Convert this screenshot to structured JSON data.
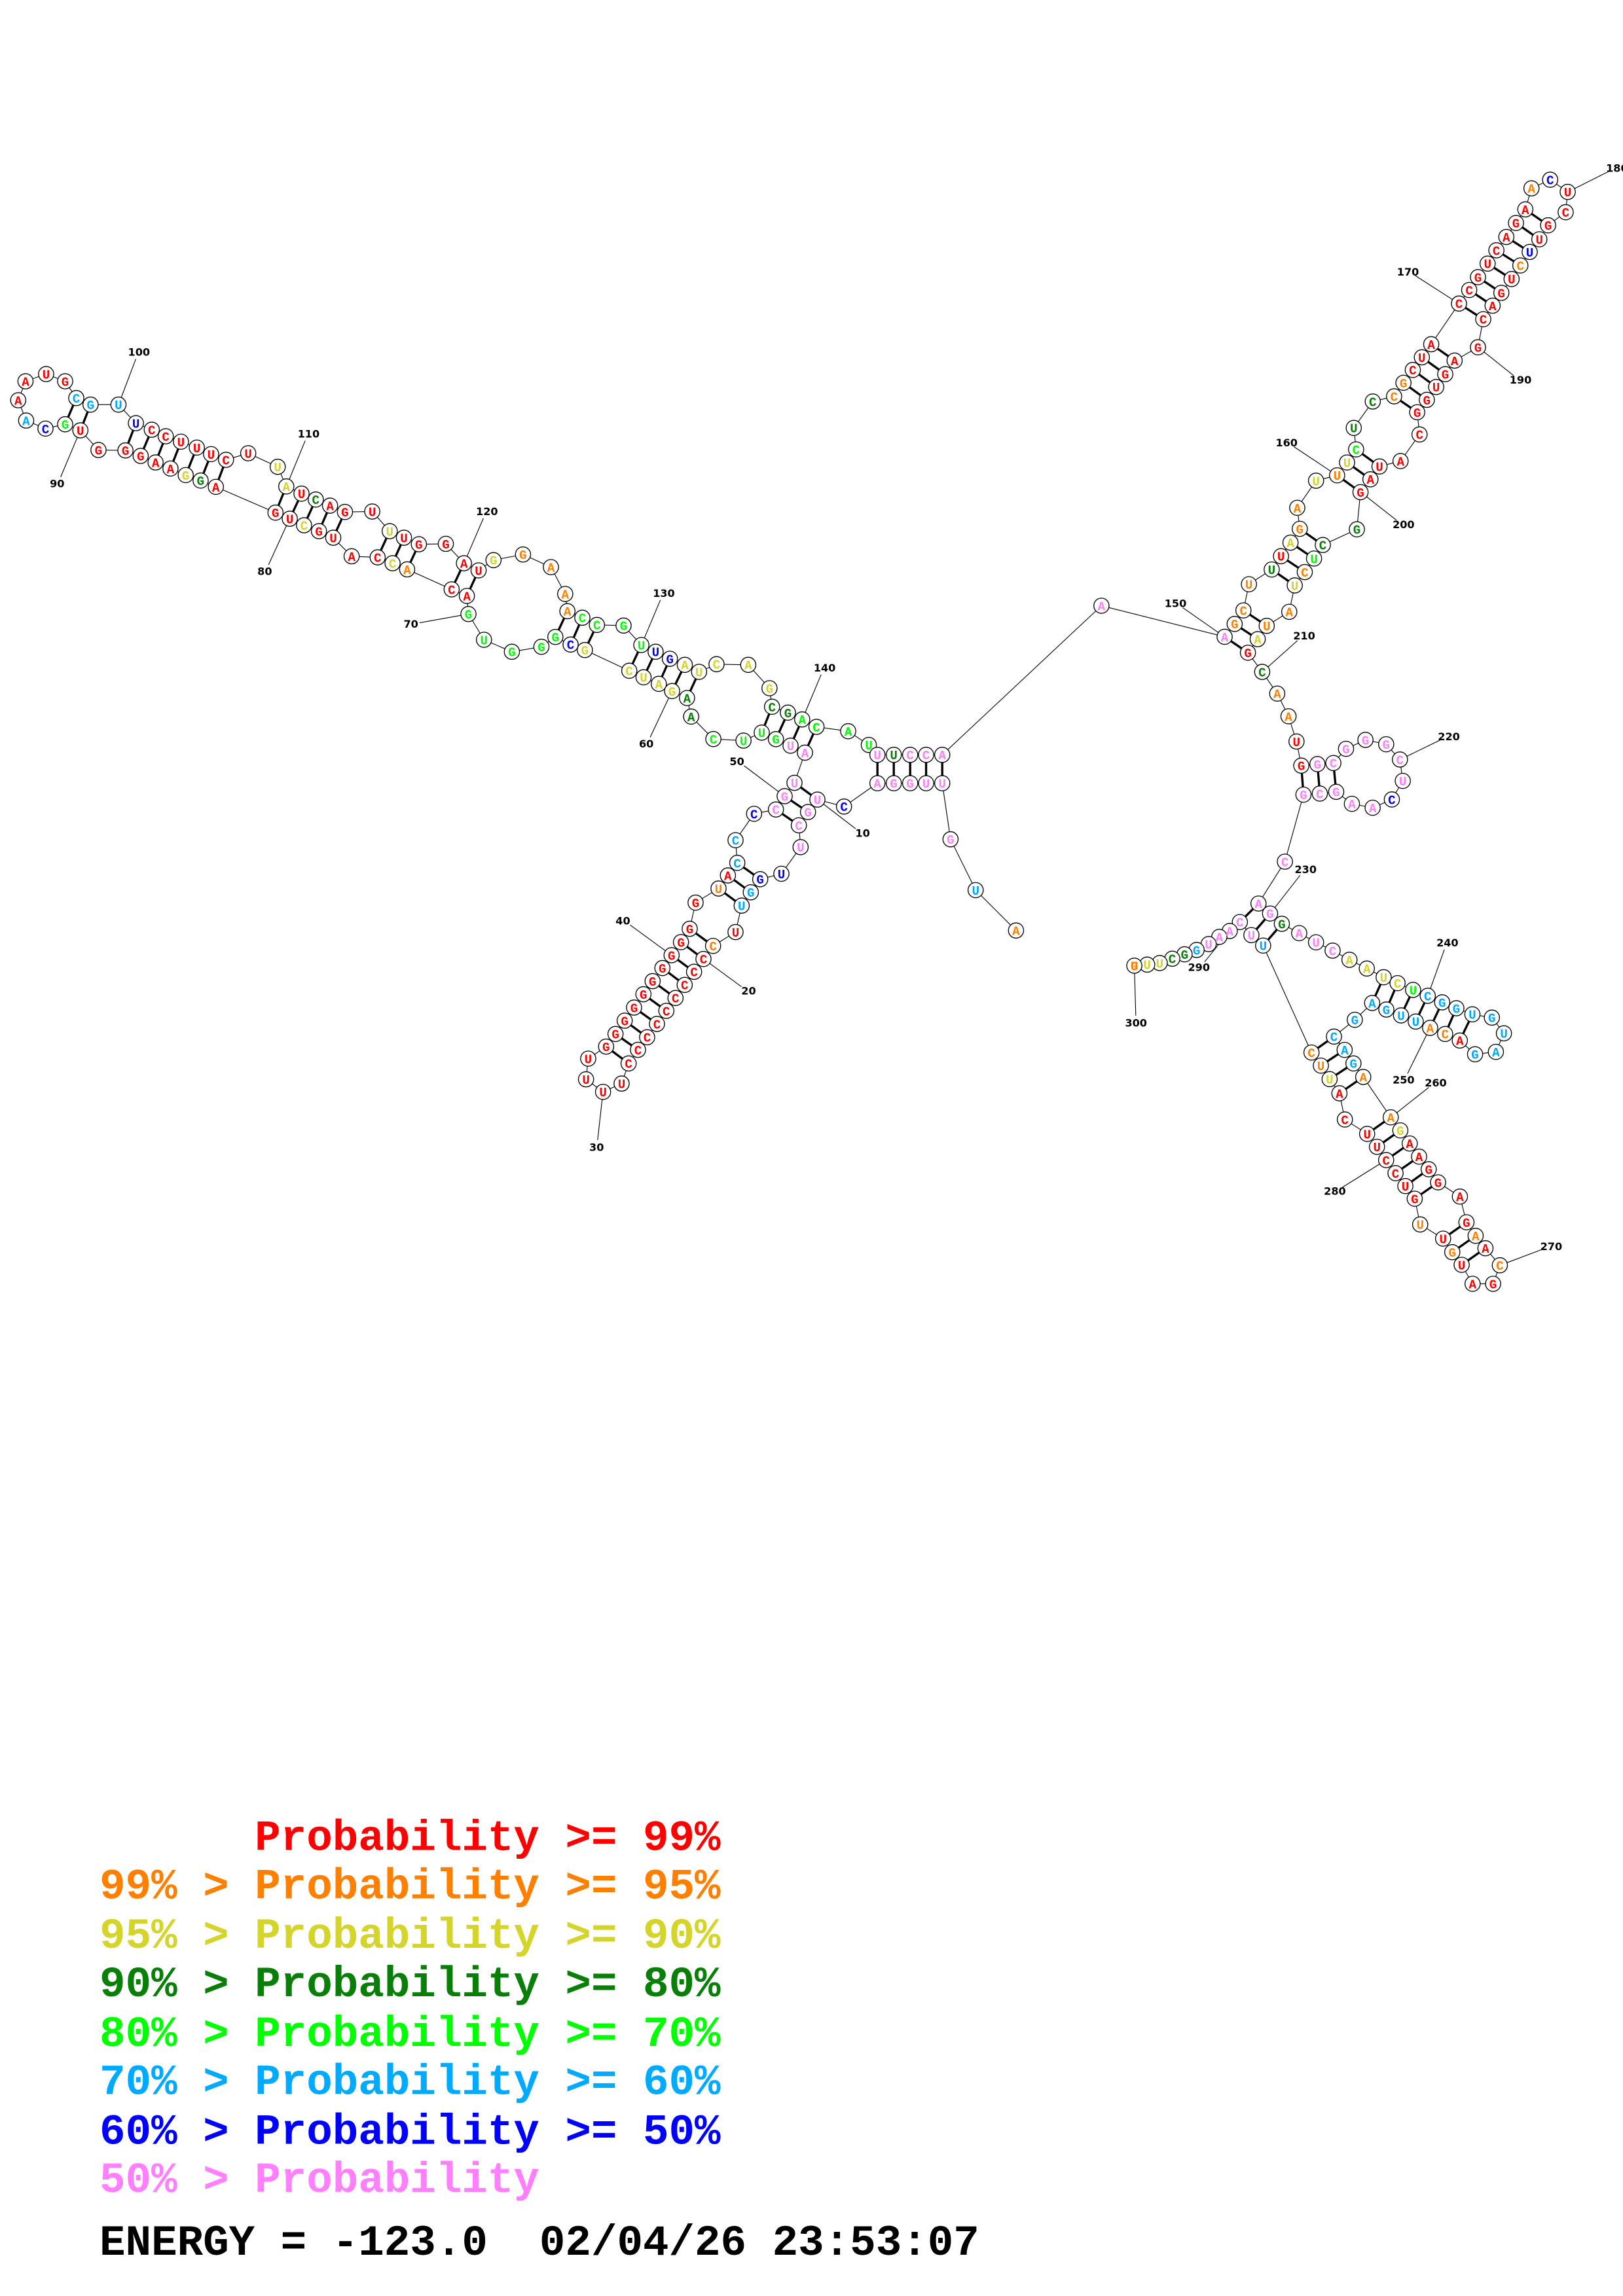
{
  "structure": {
    "sequence": "AUGUUGGACUGCUUGGUUCCCCCCCCCCUUUUGGGGGGGGGGGUACCCCGUAUGUUCAAGAUCGCGGGUGACACCAUGCUGAGGAAGGGUGCAAAUGCGUUCCUUUCUUAUCAGUUUGGAUGGAAACCGUUGAUCAGCGACAUUUCCAAAGCUUUAGAUUUCUCCGCUACCGUCAGAACUCGUUCUGACGAGUGGCAUAGGCUCUAUAGCAAUGGCGGGCUCAAGCGCAGGAUCAAUCUCGGUGUAGACAUUGAGCAGAAGAAGGAGAACGAUGUUGUCCUUCAUUCUUCAAUGGCUUUG",
    "color_codes": "ocppppppbppppbbccrorrrrrrrrrrrrrrrrrrrrrrrrorccbpppppggggddyyyyybgggggrroyrrrryrrrdyrrrrrrgbcrrrrcccbrrrrrrryyrdrrryrrrrryooooggggbbyyyyyddggggpdpppppooodryooyoygddoorrrrrrrrrrrobrrrrborrrrrrrrrrrrrrrddgoyooyrdoorrpppppppbppppppppdpppyyyygccccccccrooccccccccooyrrrrrroror rrororrrrrrrryoocpppppcddyyoo",
    "pairs": [
      [
        144,
        8
      ],
      [
        145,
        7
      ],
      [
        146,
        6
      ],
      [
        147,
        5
      ],
      [
        148,
        4
      ],
      [
        10,
        51
      ],
      [
        11,
        50
      ],
      [
        12,
        49
      ],
      [
        15,
        46
      ],
      [
        16,
        45
      ],
      [
        17,
        44
      ],
      [
        19,
        42
      ],
      [
        20,
        41
      ],
      [
        21,
        40
      ],
      [
        22,
        39
      ],
      [
        23,
        38
      ],
      [
        24,
        37
      ],
      [
        25,
        36
      ],
      [
        26,
        35
      ],
      [
        27,
        34
      ],
      [
        28,
        33
      ],
      [
        52,
        141
      ],
      [
        53,
        140
      ],
      [
        54,
        139
      ],
      [
        55,
        138
      ],
      [
        59,
        134
      ],
      [
        60,
        133
      ],
      [
        61,
        132
      ],
      [
        62,
        131
      ],
      [
        63,
        130
      ],
      [
        64,
        128
      ],
      [
        65,
        127
      ],
      [
        66,
        126
      ],
      [
        71,
        121
      ],
      [
        72,
        120
      ],
      [
        73,
        118
      ],
      [
        74,
        117
      ],
      [
        75,
        116
      ],
      [
        77,
        114
      ],
      [
        78,
        113
      ],
      [
        79,
        112
      ],
      [
        80,
        111
      ],
      [
        81,
        110
      ],
      [
        82,
        107
      ],
      [
        83,
        106
      ],
      [
        84,
        105
      ],
      [
        85,
        104
      ],
      [
        86,
        103
      ],
      [
        87,
        102
      ],
      [
        88,
        101
      ],
      [
        90,
        99
      ],
      [
        91,
        98
      ],
      [
        150,
        209
      ],
      [
        151,
        208
      ],
      [
        152,
        207
      ],
      [
        154,
        205
      ],
      [
        155,
        204
      ],
      [
        156,
        203
      ],
      [
        157,
        202
      ],
      [
        160,
        200
      ],
      [
        161,
        199
      ],
      [
        162,
        198
      ],
      [
        165,
        195
      ],
      [
        166,
        194
      ],
      [
        167,
        193
      ],
      [
        168,
        192
      ],
      [
        169,
        191
      ],
      [
        170,
        189
      ],
      [
        171,
        188
      ],
      [
        172,
        187
      ],
      [
        173,
        186
      ],
      [
        174,
        185
      ],
      [
        175,
        184
      ],
      [
        176,
        183
      ],
      [
        177,
        182
      ],
      [
        214,
        227
      ],
      [
        215,
        226
      ],
      [
        216,
        225
      ],
      [
        229,
        290
      ],
      [
        230,
        289
      ],
      [
        231,
        288
      ],
      [
        237,
        254
      ],
      [
        238,
        253
      ],
      [
        239,
        252
      ],
      [
        240,
        251
      ],
      [
        241,
        250
      ],
      [
        242,
        249
      ],
      [
        243,
        248
      ],
      [
        256,
        287
      ],
      [
        257,
        286
      ],
      [
        258,
        285
      ],
      [
        259,
        284
      ],
      [
        260,
        282
      ],
      [
        261,
        281
      ],
      [
        262,
        280
      ],
      [
        263,
        279
      ],
      [
        264,
        278
      ],
      [
        265,
        277
      ],
      [
        267,
        275
      ],
      [
        268,
        274
      ],
      [
        269,
        273
      ]
    ],
    "position_labels": [
      {
        "text": "10",
        "nt": 10
      },
      {
        "text": "20",
        "nt": 20
      },
      {
        "text": "30",
        "nt": 30
      },
      {
        "text": "40",
        "nt": 40
      },
      {
        "text": "50",
        "nt": 50
      },
      {
        "text": "60",
        "nt": 60
      },
      {
        "text": "70",
        "nt": 70
      },
      {
        "text": "80",
        "nt": 80
      },
      {
        "text": "90",
        "nt": 90
      },
      {
        "text": "100",
        "nt": 100
      },
      {
        "text": "110",
        "nt": 110
      },
      {
        "text": "120",
        "nt": 120
      },
      {
        "text": "130",
        "nt": 130
      },
      {
        "text": "140",
        "nt": 140
      },
      {
        "text": "150",
        "nt": 150
      },
      {
        "text": "160",
        "nt": 160
      },
      {
        "text": "170",
        "nt": 170
      },
      {
        "text": "180",
        "nt": 180
      },
      {
        "text": "190",
        "nt": 190
      },
      {
        "text": "200",
        "nt": 200
      },
      {
        "text": "210",
        "nt": 210
      },
      {
        "text": "220",
        "nt": 220
      },
      {
        "text": "230",
        "nt": 230
      },
      {
        "text": "240",
        "nt": 240
      },
      {
        "text": "250",
        "nt": 250
      },
      {
        "text": "260",
        "nt": 260
      },
      {
        "text": "270",
        "nt": 270
      },
      {
        "text": "280",
        "nt": 280
      },
      {
        "text": "290",
        "nt": 291
      },
      {
        "text": "300",
        "nt": 299
      }
    ]
  },
  "colors": {
    "r": "#ff0000",
    "o": "#ff8000",
    "y": "#d4d42a",
    "d": "#088008",
    "g": "#00ff00",
    "c": "#00aaff",
    "b": "#0000ff",
    "p": "#ff80ff"
  },
  "legend": [
    {
      "text": "      Probability >= 99%",
      "color": "r"
    },
    {
      "text": "99% > Probability >= 95%",
      "color": "o"
    },
    {
      "text": "95% > Probability >= 90%",
      "color": "y"
    },
    {
      "text": "90% > Probability >= 80%",
      "color": "d"
    },
    {
      "text": "80% > Probability >= 70%",
      "color": "g"
    },
    {
      "text": "70% > Probability >= 60%",
      "color": "c"
    },
    {
      "text": "60% > Probability >= 50%",
      "color": "b"
    },
    {
      "text": "50% > Probability",
      "color": "p"
    }
  ],
  "footer": {
    "energy_line": "ENERGY = -123.0  02/04/26 23:53:07"
  }
}
